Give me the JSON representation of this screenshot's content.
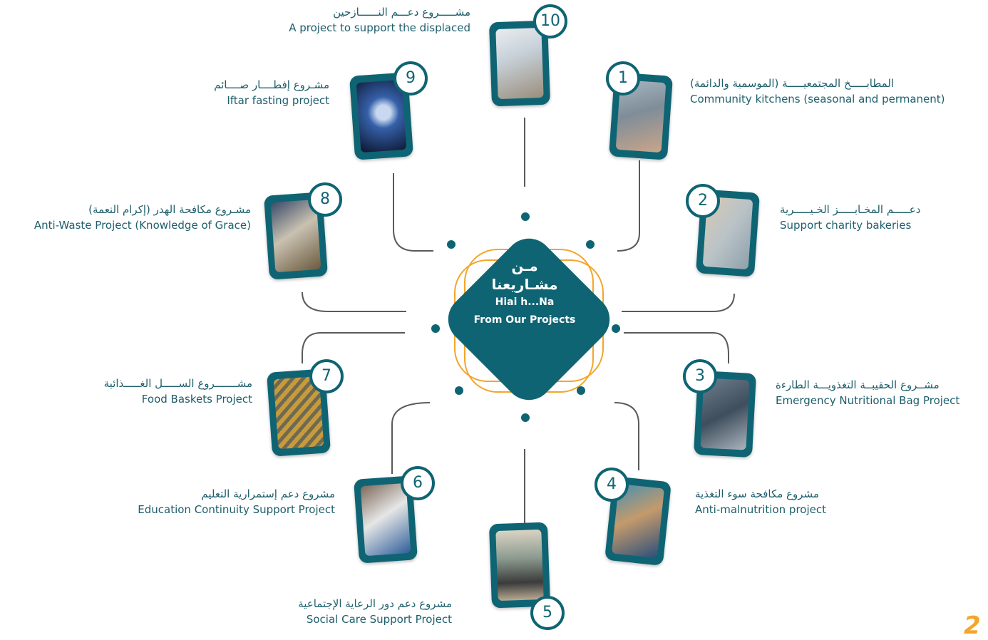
{
  "center": {
    "title_ar_line1": "مـن",
    "title_ar_line2": "مشـاريعنا",
    "subtitle_en_line1": "Hiai h...Na",
    "subtitle_en_line2": "From Our Projects"
  },
  "projects": [
    {
      "number": "1",
      "ar": "المطابـــــخ المجتمعيـــــة (الموسمية والدائمة)",
      "en": "Community kitchens (seasonal and permanent)"
    },
    {
      "number": "2",
      "ar": "دعـــــم المخـابـــــز الخـيـــــرية",
      "en": "Support charity bakeries"
    },
    {
      "number": "3",
      "ar": "مشــروع الحقيبــة التغذويـــة الطارءة",
      "en": "Emergency Nutritional Bag Project"
    },
    {
      "number": "4",
      "ar": "مشروع مكافحة سوء التغذية",
      "en": "Anti-malnutrition project"
    },
    {
      "number": "5",
      "ar": "مشروع دعم دور الرعاية الإجتماعية",
      "en": "Social Care Support Project"
    },
    {
      "number": "6",
      "ar": "مشروع دعم إستمرارية التعليم",
      "en": "Education Continuity Support Project"
    },
    {
      "number": "7",
      "ar": "مشـــــــروع الســـــل الغـــــذائية",
      "en": "Food Baskets Project"
    },
    {
      "number": "8",
      "ar": "مشـروع مكافحة الهدر (إكرام النعمة)",
      "en": "Anti-Waste Project (Knowledge of Grace)"
    },
    {
      "number": "9",
      "ar": "مشـروع إفطــــار صــــائم",
      "en": "Iftar fasting project"
    },
    {
      "number": "10",
      "ar": "مشـــــروع دعـــم النــــــازحين",
      "en": "A project to support the displaced"
    }
  ],
  "page_number": "2",
  "colors": {
    "primary": "#0f6473",
    "accent": "#f4a52a",
    "text": "#1d5e6b",
    "line": "#5a5a5a"
  }
}
